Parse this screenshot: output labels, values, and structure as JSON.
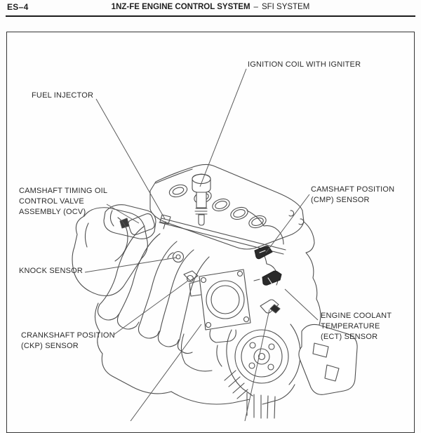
{
  "page": {
    "code": "ES–4",
    "title": "1NZ-FE ENGINE CONTROL SYSTEM",
    "separator": "–",
    "subtitle": "SFI SYSTEM"
  },
  "figure": {
    "labels": {
      "fuel_injector": {
        "lines": [
          "FUEL INJECTOR"
        ]
      },
      "ignition_coil": {
        "lines": [
          "IGNITION COIL WITH IGNITER"
        ]
      },
      "ocv": {
        "lines": [
          "CAMSHAFT TIMING OIL",
          "CONTROL VALVE",
          "ASSEMBLY (OCV)"
        ]
      },
      "cmp": {
        "lines": [
          "CAMSHAFT POSITION",
          "(CMP) SENSOR"
        ]
      },
      "knock": {
        "lines": [
          "KNOCK SENSOR"
        ]
      },
      "ect": {
        "lines": [
          "ENGINE COOLANT",
          "TEMPERATURE",
          "(ECT) SENSOR"
        ]
      },
      "ckp": {
        "lines": [
          "CRANKSHAFT POSITION",
          "(CKP) SENSOR"
        ]
      }
    },
    "colors": {
      "ink": "#2b2b2b",
      "line_art": "#4f4f4f",
      "border": "#353535",
      "background": "#fefefe"
    }
  }
}
